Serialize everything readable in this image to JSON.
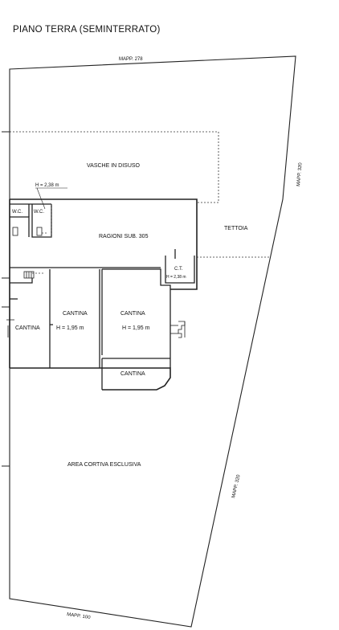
{
  "title": "PIANO TERRA (SEMINTERRATO)",
  "labels": {
    "mapp_top": "MAPP. 278",
    "mapp_right_top": "MAPP. 320",
    "mapp_right_bottom": "MAPP. 320",
    "mapp_bottom": "MAPP. 100",
    "vasche": "VASCHE IN DISUSO",
    "wc1": "W.C.",
    "wc2": "W.C.",
    "h_wc": "H = 2,38 m",
    "ragioni": "RAGIONI SUB. 305",
    "tettoia": "TETTOIA",
    "ct": "C.T.",
    "h_ct": "H = 2,38 m",
    "cantina_mid": "CANTINA",
    "cantina_right": "CANTINA",
    "cantina_left": "CANTINA",
    "h_mid": "H = 1,95 m",
    "h_right": "H = 1,95 m",
    "cantina_bottom": "CANTINA",
    "area": "AREA CORTIVA ESCLUSIVA"
  }
}
